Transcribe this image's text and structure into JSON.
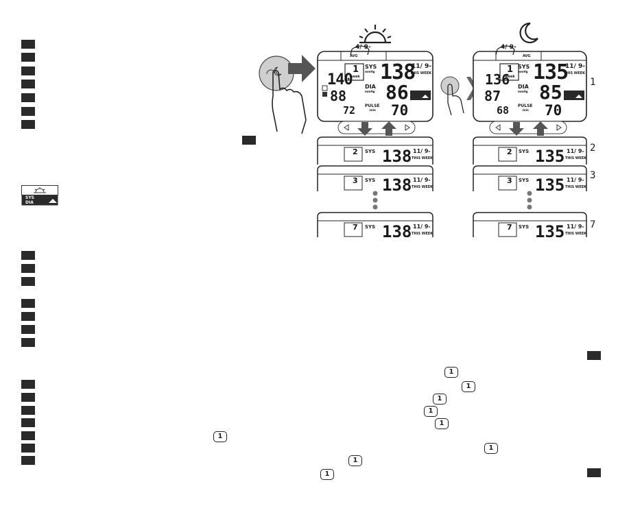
{
  "display": {
    "date_top": "4/ 9-",
    "date_top_night": "4/ 9-",
    "avg_label": "AVG",
    "sys_label": "SYS",
    "dia_label": "DIA",
    "pulse_label": "PULSE",
    "mmhg": "mmHg",
    "per_min": "/min",
    "week_label": "week",
    "this_week": "THIS WEEK",
    "date_side": "11/ 9-",
    "morning": {
      "week_num": "1",
      "sys_avg": "138",
      "dia_avg": "86",
      "pulse_avg": "70",
      "left_sys": "140",
      "left_dia": "88",
      "left_pulse": "72"
    },
    "evening": {
      "week_num": "1",
      "sys_avg": "135",
      "dia_avg": "85",
      "pulse_avg": "70",
      "left_sys": "136",
      "left_dia": "87",
      "left_pulse": "68"
    },
    "weeks": [
      "2",
      "3",
      "7"
    ],
    "side_numbers": [
      "1",
      "2",
      "3",
      "7"
    ],
    "indicator_label_sys": "SYS",
    "indicator_label_dia": "DIA"
  },
  "markers": {
    "one_label": "1"
  }
}
